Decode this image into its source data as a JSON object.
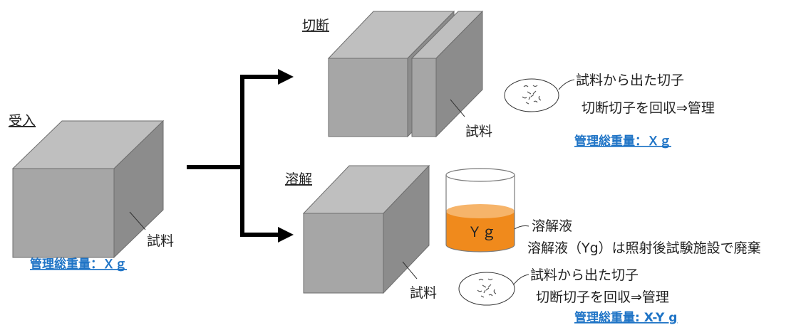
{
  "receiving": {
    "title": "受入",
    "sample_label": "試料",
    "managed_weight": "管理総重量：Ｘｇ"
  },
  "cutting": {
    "title": "切断",
    "sample_label": "試料",
    "chips_line1": "試料から出た切子",
    "chips_line2": "切断切子を回収⇒管理",
    "managed_weight": "管理総重量：Ｘｇ"
  },
  "dissolution": {
    "title": "溶解",
    "sample_label": "試料",
    "beaker_value": "Ｙｇ",
    "solution_label": "溶解液",
    "solution_note": "溶解液（Yg）は照射後試験施設で廃棄",
    "chips_line1": "試料から出た切子",
    "chips_line2": "切断切子を回収⇒管理",
    "managed_weight": "管理総重量: X-Y g"
  },
  "colors": {
    "block_front": "#a6a6a6",
    "block_top": "#bfbfbf",
    "block_side": "#8c8c8c",
    "solution": "#f08a1c",
    "solution_top": "#f6b46a",
    "accent_text": "#1f74c6"
  }
}
